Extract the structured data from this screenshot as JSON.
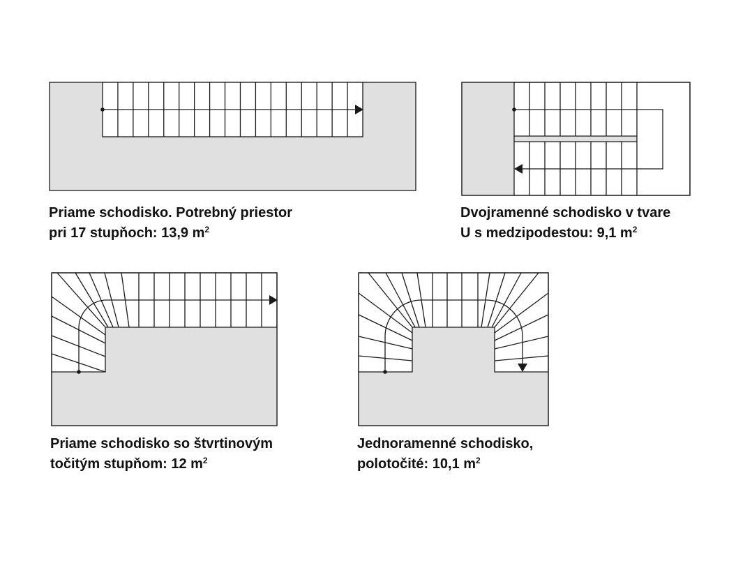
{
  "captions": [
    {
      "line1": "Priame schodisko. Potrebný priestor",
      "line2_text": "pri 17 stupňoch: 13,9 m",
      "sup": "2"
    },
    {
      "line1": "Dvojramenné schodisko v tvare",
      "line2_text": "U s medzipodestou: 9,1 m",
      "sup": "2"
    },
    {
      "line1": "Priame schodisko so štvrtinovým",
      "line2_text": "točitým stupňom: 12 m",
      "sup": "2"
    },
    {
      "line1": "Jednoramenné schodisko,",
      "line2_text": "polotočité: 10,1 m",
      "sup": "2"
    }
  ],
  "colors": {
    "fill": "#e0e0e0",
    "stroke": "#1a1a1a",
    "background": "#ffffff"
  }
}
